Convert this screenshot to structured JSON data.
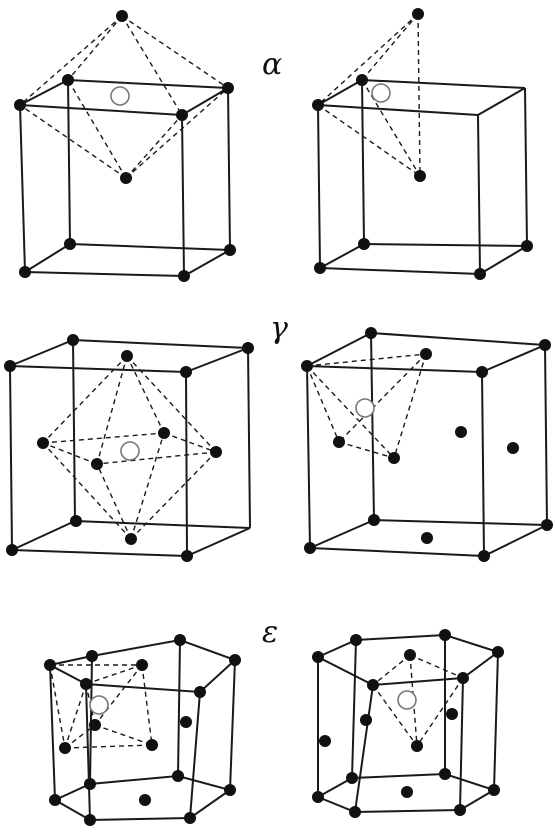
{
  "figure": {
    "labels": {
      "alpha": "α",
      "gamma": "γ",
      "epsilon": "ε"
    }
  },
  "colors": {
    "line": "#1a1a1a",
    "atom": "#111111",
    "interstitial_stroke": "#777777",
    "interstitial_fill": "#ffffff"
  }
}
